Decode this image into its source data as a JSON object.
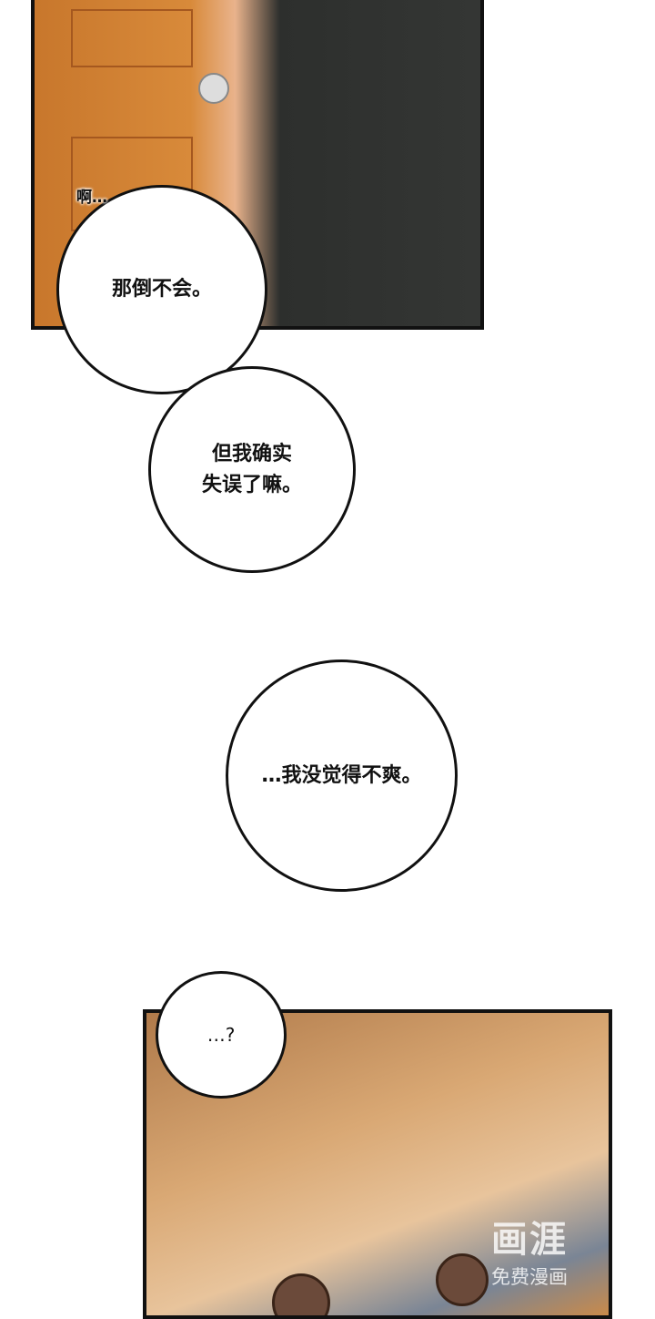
{
  "panels": [
    {
      "sfx": "啊…",
      "bubbles": [
        "那倒不会。",
        "但我确实\n失误了嘛。"
      ]
    },
    {
      "bubbles": [
        "…我没觉得不爽。"
      ]
    },
    {
      "bubbles": [
        "…?"
      ]
    }
  ],
  "watermark": {
    "logo": "画涯",
    "tagline": "免费漫画"
  }
}
